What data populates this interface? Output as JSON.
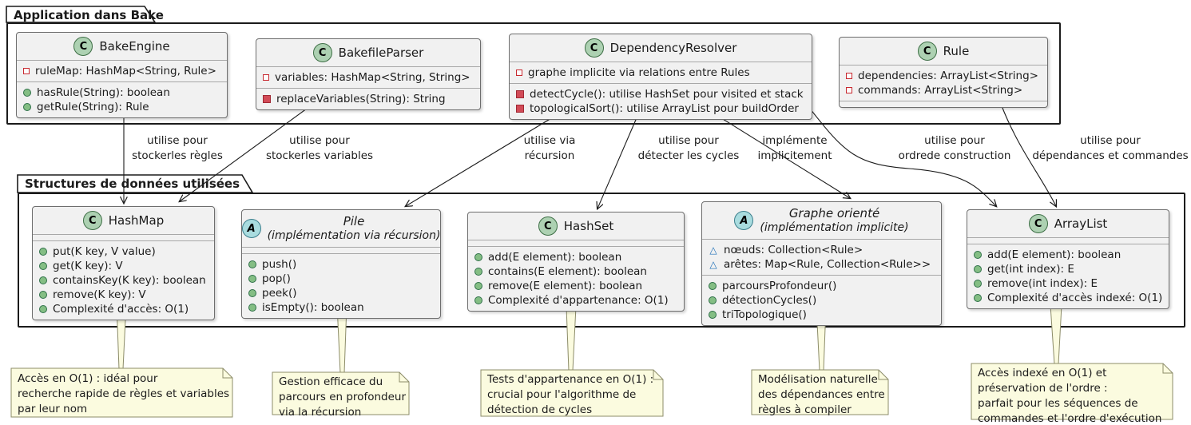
{
  "diagram": {
    "packages": {
      "app": {
        "title": "Application dans Bake"
      },
      "structures": {
        "title": "Structures de données utilisées"
      }
    },
    "classes": {
      "bake_engine": {
        "badge": "C",
        "name": "BakeEngine",
        "attributes": [
          {
            "icon": "private-field-icon",
            "text": "ruleMap: HashMap<String, Rule>"
          }
        ],
        "methods": [
          {
            "icon": "public-method-icon",
            "text": "hasRule(String): boolean"
          },
          {
            "icon": "public-method-icon",
            "text": "getRule(String): Rule"
          }
        ]
      },
      "bakefile_parser": {
        "badge": "C",
        "name": "BakefileParser",
        "attributes": [
          {
            "icon": "private-field-icon",
            "text": "variables: HashMap<String, String>"
          }
        ],
        "methods": [
          {
            "icon": "private-method-icon",
            "text": "replaceVariables(String): String"
          }
        ]
      },
      "dependency_resolver": {
        "badge": "C",
        "name": "DependencyResolver",
        "attributes": [
          {
            "icon": "private-field-icon",
            "text": "graphe implicite via relations entre Rules"
          }
        ],
        "methods": [
          {
            "icon": "private-method-icon",
            "text": "detectCycle(): utilise HashSet pour visited et stack"
          },
          {
            "icon": "private-method-icon",
            "text": "topologicalSort(): utilise ArrayList pour buildOrder"
          }
        ]
      },
      "rule": {
        "badge": "C",
        "name": "Rule",
        "attributes": [
          {
            "icon": "private-field-icon",
            "text": "dependencies: ArrayList<String>"
          },
          {
            "icon": "private-field-icon",
            "text": "commands: ArrayList<String>"
          }
        ],
        "methods": []
      },
      "hashmap": {
        "badge": "C",
        "name": "HashMap",
        "attributes": [],
        "methods": [
          {
            "icon": "public-method-icon",
            "text": "put(K key, V value)"
          },
          {
            "icon": "public-method-icon",
            "text": "get(K key): V"
          },
          {
            "icon": "public-method-icon",
            "text": "containsKey(K key): boolean"
          },
          {
            "icon": "public-method-icon",
            "text": "remove(K key): V"
          },
          {
            "icon": "public-method-icon",
            "text": "Complexité d'accès: O(1)"
          }
        ]
      },
      "pile": {
        "badge": "A",
        "name": "Pile",
        "subtitle": "(implémentation via récursion)",
        "attributes": [],
        "methods": [
          {
            "icon": "public-method-icon",
            "text": "push()"
          },
          {
            "icon": "public-method-icon",
            "text": "pop()"
          },
          {
            "icon": "public-method-icon",
            "text": "peek()"
          },
          {
            "icon": "public-method-icon",
            "text": "isEmpty(): boolean"
          }
        ]
      },
      "hashset": {
        "badge": "C",
        "name": "HashSet",
        "attributes": [],
        "methods": [
          {
            "icon": "public-method-icon",
            "text": "add(E element): boolean"
          },
          {
            "icon": "public-method-icon",
            "text": "contains(E element): boolean"
          },
          {
            "icon": "public-method-icon",
            "text": "remove(E element): boolean"
          },
          {
            "icon": "public-method-icon",
            "text": "Complexité d'appartenance: O(1)"
          }
        ]
      },
      "graphe": {
        "badge": "A",
        "name": "Graphe orienté",
        "subtitle": "(implémentation implicite)",
        "attributes": [
          {
            "icon": "package-field-icon",
            "text": "nœuds: Collection<Rule>"
          },
          {
            "icon": "package-field-icon",
            "text": "arêtes: Map<Rule, Collection<Rule>>"
          }
        ],
        "methods": [
          {
            "icon": "public-method-icon",
            "text": "parcoursProfondeur()"
          },
          {
            "icon": "public-method-icon",
            "text": "détectionCycles()"
          },
          {
            "icon": "public-method-icon",
            "text": "triTopologique()"
          }
        ]
      },
      "arraylist": {
        "badge": "C",
        "name": "ArrayList",
        "attributes": [],
        "methods": [
          {
            "icon": "public-method-icon",
            "text": "add(E element): boolean"
          },
          {
            "icon": "public-method-icon",
            "text": "get(int index): E"
          },
          {
            "icon": "public-method-icon",
            "text": "remove(int index): E"
          },
          {
            "icon": "public-method-icon",
            "text": "Complexité d'accès indexé: O(1)"
          }
        ]
      }
    },
    "edges": [
      {
        "from": "BakeEngine",
        "to": "HashMap",
        "lines": [
          "utilise pour",
          "stockerles règles"
        ]
      },
      {
        "from": "BakefileParser",
        "to": "HashMap",
        "lines": [
          "utilise pour",
          "stockerles variables"
        ]
      },
      {
        "from": "DependencyResolver",
        "to": "Pile",
        "lines": [
          "utilise via",
          "récursion"
        ]
      },
      {
        "from": "DependencyResolver",
        "to": "HashSet",
        "lines": [
          "utilise pour",
          "détecter les cycles"
        ]
      },
      {
        "from": "DependencyResolver",
        "to": "Graphe orienté",
        "lines": [
          "implémente",
          "implicitement"
        ]
      },
      {
        "from": "DependencyResolver",
        "to": "ArrayList",
        "lines": [
          "utilise pour",
          "ordrede construction"
        ]
      },
      {
        "from": "Rule",
        "to": "ArrayList",
        "lines": [
          "utilise pour",
          "dépendances et commandes"
        ]
      }
    ],
    "notes": [
      {
        "lines": [
          "Accès en O(1) : idéal pour",
          "recherche rapide de règles et variables",
          "par leur nom"
        ]
      },
      {
        "lines": [
          "Gestion efficace du",
          "parcours en profondeur",
          "via la récursion"
        ]
      },
      {
        "lines": [
          "Tests d'appartenance en O(1) :",
          "crucial pour l'algorithme de",
          "détection de cycles"
        ]
      },
      {
        "lines": [
          "Modélisation naturelle",
          "des dépendances entre",
          "règles à compiler"
        ]
      },
      {
        "lines": [
          "Accès indexé en O(1) et",
          "préservation de l'ordre :",
          "parfait pour les séquences de",
          "commandes et l'ordre d'exécution"
        ]
      }
    ],
    "colors": {
      "class_fill": "#F1F1F1",
      "class_border": "#6E6E6E",
      "package_border": "#1B1B1B",
      "note_fill": "#FBFBDF",
      "note_border": "#8C8C69",
      "badge_class": "#ADD1B2",
      "badge_abstract": "#A9DCDF",
      "private_red": "#C82930",
      "public_green": "#84BE84",
      "package_blue": "#1E6FB8"
    }
  }
}
